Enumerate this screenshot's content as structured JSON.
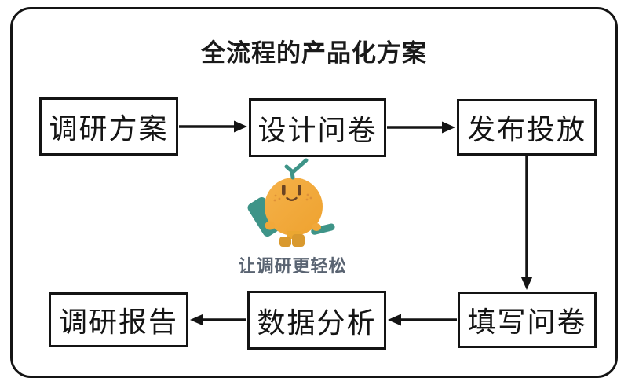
{
  "diagram": {
    "title": "全流程的产品化方案",
    "type": "flowchart",
    "nodes": [
      {
        "label": "调研方案"
      },
      {
        "label": "设计问卷"
      },
      {
        "label": "发布投放"
      },
      {
        "label": "填写问卷"
      },
      {
        "label": "数据分析"
      },
      {
        "label": "调研报告"
      }
    ],
    "edges": [
      {
        "from": "调研方案",
        "to": "设计问卷"
      },
      {
        "from": "设计问卷",
        "to": "发布投放"
      },
      {
        "from": "发布投放",
        "to": "填写问卷"
      },
      {
        "from": "填写问卷",
        "to": "数据分析"
      },
      {
        "from": "数据分析",
        "to": "调研报告"
      }
    ],
    "mascot": {
      "description": "orange-fruit-mascot-with-sprout",
      "tagline": "让调研更轻松"
    },
    "colors": {
      "line": "#141414",
      "mascot_body": "#F1A83A",
      "mascot_accent_teal": "#3E9488",
      "mascot_boots": "#D9992E",
      "mascot_eyes": "#6B4423",
      "tagline_gray": "#5A6472",
      "background": "#FFFFFF"
    }
  }
}
